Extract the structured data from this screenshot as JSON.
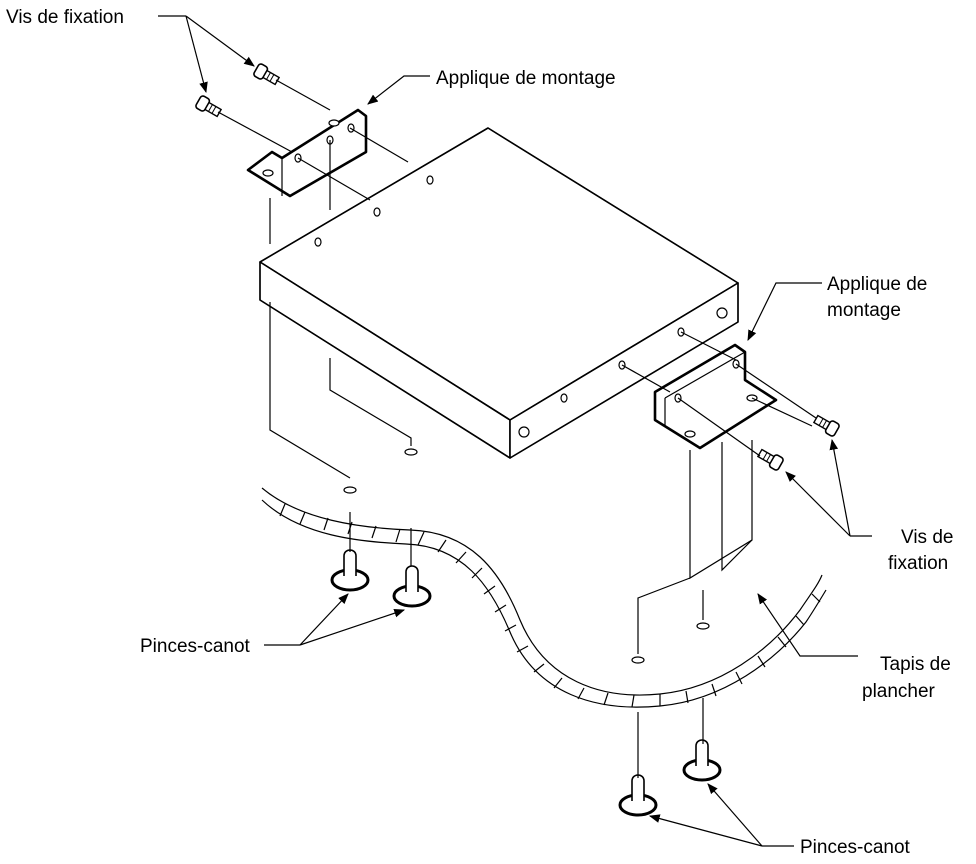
{
  "labels": {
    "screws_top": "Vis de fixation",
    "bracket_top": "Applique de montage",
    "bracket_right_line1": "Applique de",
    "bracket_right_line2": "montage",
    "screws_right_line1": "Vis de",
    "screws_right_line2": "fixation",
    "mat_line1": "Tapis de",
    "mat_line2": "plancher",
    "clips_left": "Pinces-canot",
    "clips_bottom": "Pinces-canot"
  }
}
